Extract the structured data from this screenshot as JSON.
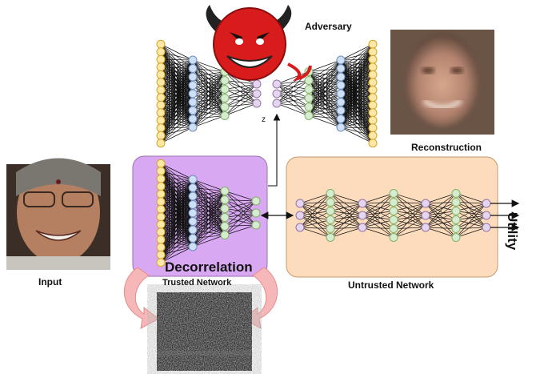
{
  "labels": {
    "adversary": "Adversary",
    "reconstruction": "Reconstruction",
    "input": "Input",
    "utility": "Utility",
    "decorrelation": "Decorrelation",
    "trusted_network": "Trusted Network",
    "untrusted_network": "Untrusted Network",
    "latent": "z"
  },
  "colors": {
    "input_node": "#fce9a8",
    "input_node_stroke": "#d9a520",
    "hidden_blue": "#cfe0f5",
    "hidden_blue_stroke": "#6c8ebf",
    "hidden_green": "#d5ecd0",
    "hidden_green_stroke": "#82b366",
    "hidden_purple": "#e4d6ef",
    "hidden_purple_stroke": "#9673a6",
    "trusted_box": "#d9a8f2",
    "untrusted_box": "#fcdcbc",
    "devil": "#d81c1c",
    "decorrelation_arrow": "#f5b7b7"
  },
  "icons": {
    "adversary": "devil-face-icon",
    "input": "face-photo",
    "reconstruction": "blurred-face-photo",
    "decorrelation": "noise-image"
  }
}
